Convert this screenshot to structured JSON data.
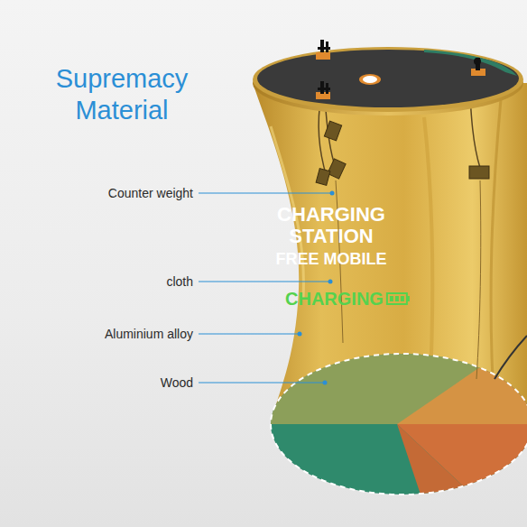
{
  "diagram": {
    "title": "Supremacy Material",
    "labels": [
      "Counter weight",
      "cloth",
      "Aluminium alloy",
      "Wood",
      "CHARGING STATION",
      "FREE MOBILE",
      "CHARGING"
    ]
  }
}
